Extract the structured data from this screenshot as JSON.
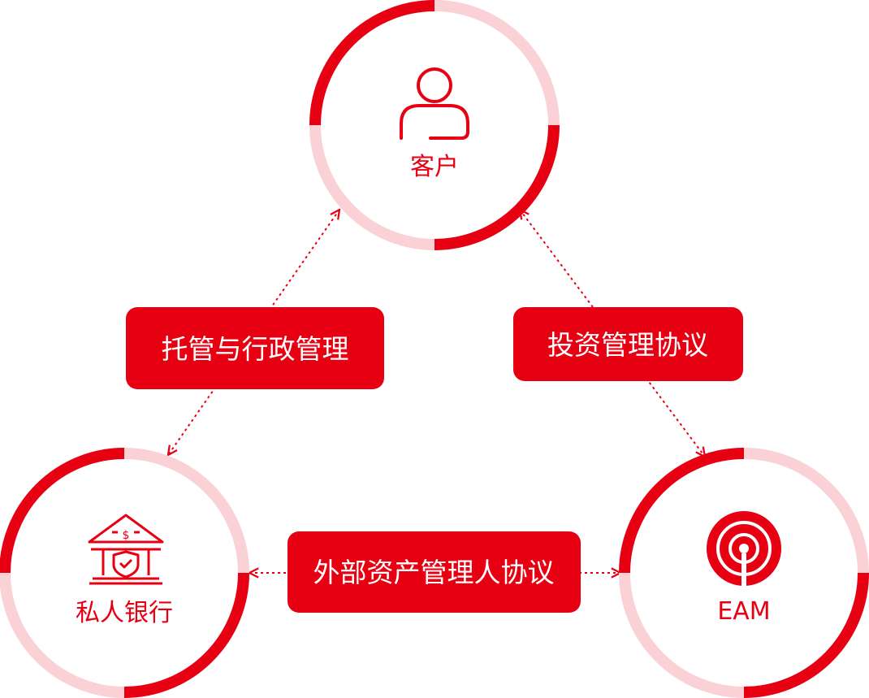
{
  "colors": {
    "primary": "#e60012",
    "light": "#fad2d6"
  },
  "nodes": {
    "client": {
      "label": "客户",
      "icon": "user-icon"
    },
    "private_bank": {
      "label": "私人银行",
      "icon": "bank-icon"
    },
    "eam": {
      "label": "EAM",
      "icon": "target-icon"
    }
  },
  "relations": {
    "custody_admin": "托管与行政管理",
    "investment_mgmt": "投资管理协议",
    "external_asset_mgmt": "外部资产管理人协议"
  }
}
